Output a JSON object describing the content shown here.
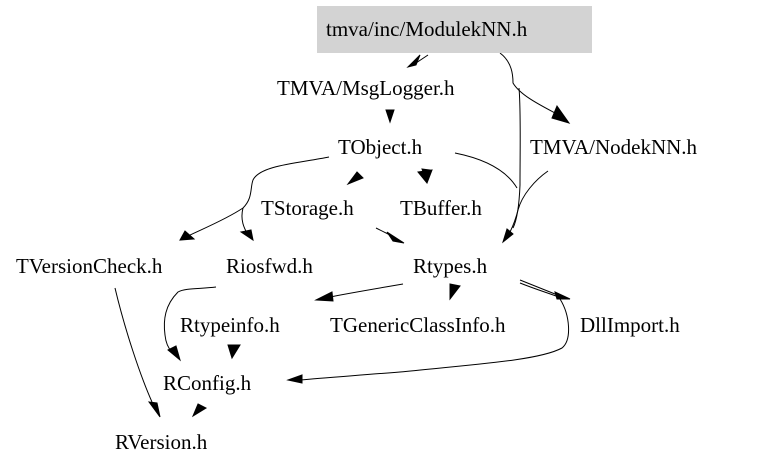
{
  "diagram": {
    "type": "include-dependency-graph",
    "root": "tmva/inc/ModulekNN.h",
    "root_fill": "#d3d3d3",
    "nodes": [
      {
        "id": "root",
        "label": "tmva/inc/ModulekNN.h"
      },
      {
        "id": "msglogger",
        "label": "TMVA/MsgLogger.h"
      },
      {
        "id": "tobject",
        "label": "TObject.h"
      },
      {
        "id": "nodeknn",
        "label": "TMVA/NodekNN.h"
      },
      {
        "id": "tstorage",
        "label": "TStorage.h"
      },
      {
        "id": "tbuffer",
        "label": "TBuffer.h"
      },
      {
        "id": "tversioncheck",
        "label": "TVersionCheck.h"
      },
      {
        "id": "riosfwd",
        "label": "Riosfwd.h"
      },
      {
        "id": "rtypes",
        "label": "Rtypes.h"
      },
      {
        "id": "rtypeinfo",
        "label": "Rtypeinfo.h"
      },
      {
        "id": "tgenericclassinfo",
        "label": "TGenericClassInfo.h"
      },
      {
        "id": "dllimport",
        "label": "DllImport.h"
      },
      {
        "id": "rconfig",
        "label": "RConfig.h"
      },
      {
        "id": "rversion",
        "label": "RVersion.h"
      }
    ],
    "edges": [
      {
        "from": "root",
        "to": "msglogger"
      },
      {
        "from": "root",
        "to": "nodeknn"
      },
      {
        "from": "root",
        "to": "rtypes"
      },
      {
        "from": "msglogger",
        "to": "tobject"
      },
      {
        "from": "tobject",
        "to": "tstorage"
      },
      {
        "from": "tobject",
        "to": "tbuffer"
      },
      {
        "from": "tobject",
        "to": "tversioncheck"
      },
      {
        "from": "tobject",
        "to": "riosfwd"
      },
      {
        "from": "tobject",
        "to": "rtypes"
      },
      {
        "from": "nodeknn",
        "to": "rtypes"
      },
      {
        "from": "tstorage",
        "to": "rtypes"
      },
      {
        "from": "tversioncheck",
        "to": "rversion"
      },
      {
        "from": "riosfwd",
        "to": "rconfig"
      },
      {
        "from": "rtypes",
        "to": "rtypeinfo"
      },
      {
        "from": "rtypes",
        "to": "tgenericclassinfo"
      },
      {
        "from": "rtypes",
        "to": "dllimport"
      },
      {
        "from": "rtypes",
        "to": "rconfig"
      },
      {
        "from": "rtypeinfo",
        "to": "rconfig"
      },
      {
        "from": "rconfig",
        "to": "rversion"
      }
    ]
  }
}
